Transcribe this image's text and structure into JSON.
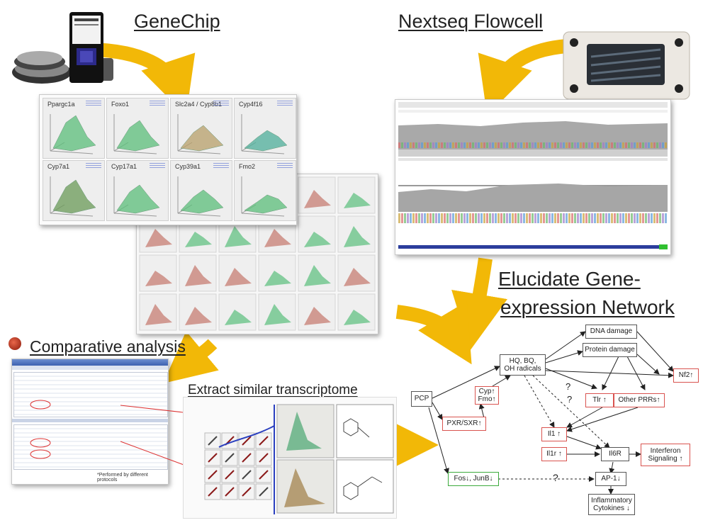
{
  "headings": {
    "genechip": "GeneChip",
    "nextseq": "Nextseq Flowcell",
    "elucidate_line1": "Elucidate Gene-",
    "elucidate_line2": "expression Network",
    "comparative": "Comparative analysis",
    "extract": "Extract similar transcriptome"
  },
  "gene_grid_top": [
    "Ppargc1a",
    "Foxo1",
    "Slc2a4 / Cyp8b1",
    "Cyp4f16",
    "Cyp7a1",
    "Cyp17a1",
    "Cyp39a1",
    "Fmo2"
  ],
  "network": {
    "nodes": {
      "dna_damage": "DNA damage",
      "protein_damage": "Protein damage",
      "hq": "HQ, BQ,\nOH radicals",
      "pcp": "PCP",
      "cyp": "Cyp↑\nFmo↑",
      "pxr": "PXR/SXR↑",
      "nf": "Nf2↑",
      "tlr": "Tlr ↑",
      "other_prr": "Other PRRs↑",
      "il1": "Il1 ↑",
      "il1r": "Il1r ↑",
      "il6r": "Il6R",
      "interferon": "Interferon\nSignaling ↑",
      "ap1": "AP-1↓",
      "fos": "Fos↓, JunB↓",
      "inflam": "Inflammatory\nCytokines ↓"
    },
    "q1": "?",
    "q2": "?",
    "q3": "?"
  },
  "notes": {
    "footnote": "*Performed by different protocols"
  },
  "colors": {
    "arrow": "#f2b807",
    "red_node": "#d9534f",
    "green_node": "#3caa3c",
    "blue_link": "#2a3fbf"
  }
}
